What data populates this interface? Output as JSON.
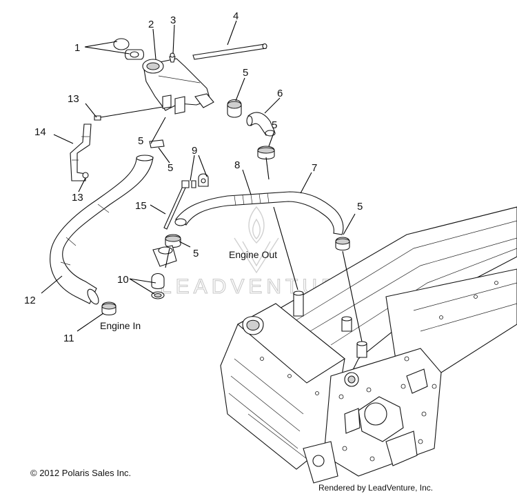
{
  "callouts": [
    "1",
    "2",
    "3",
    "4",
    "5",
    "5",
    "6",
    "5",
    "13",
    "14",
    "13",
    "9",
    "8",
    "7",
    "5",
    "15",
    "5",
    "5",
    "12",
    "10",
    "11"
  ],
  "labels": {
    "engine_out": "Engine Out",
    "engine_in": "Engine In"
  },
  "watermark": "LEADVENTURE",
  "footer": {
    "copyright": "© 2012 Polaris Sales Inc.",
    "rendered_by": "Rendered by LeadVenture, Inc."
  }
}
